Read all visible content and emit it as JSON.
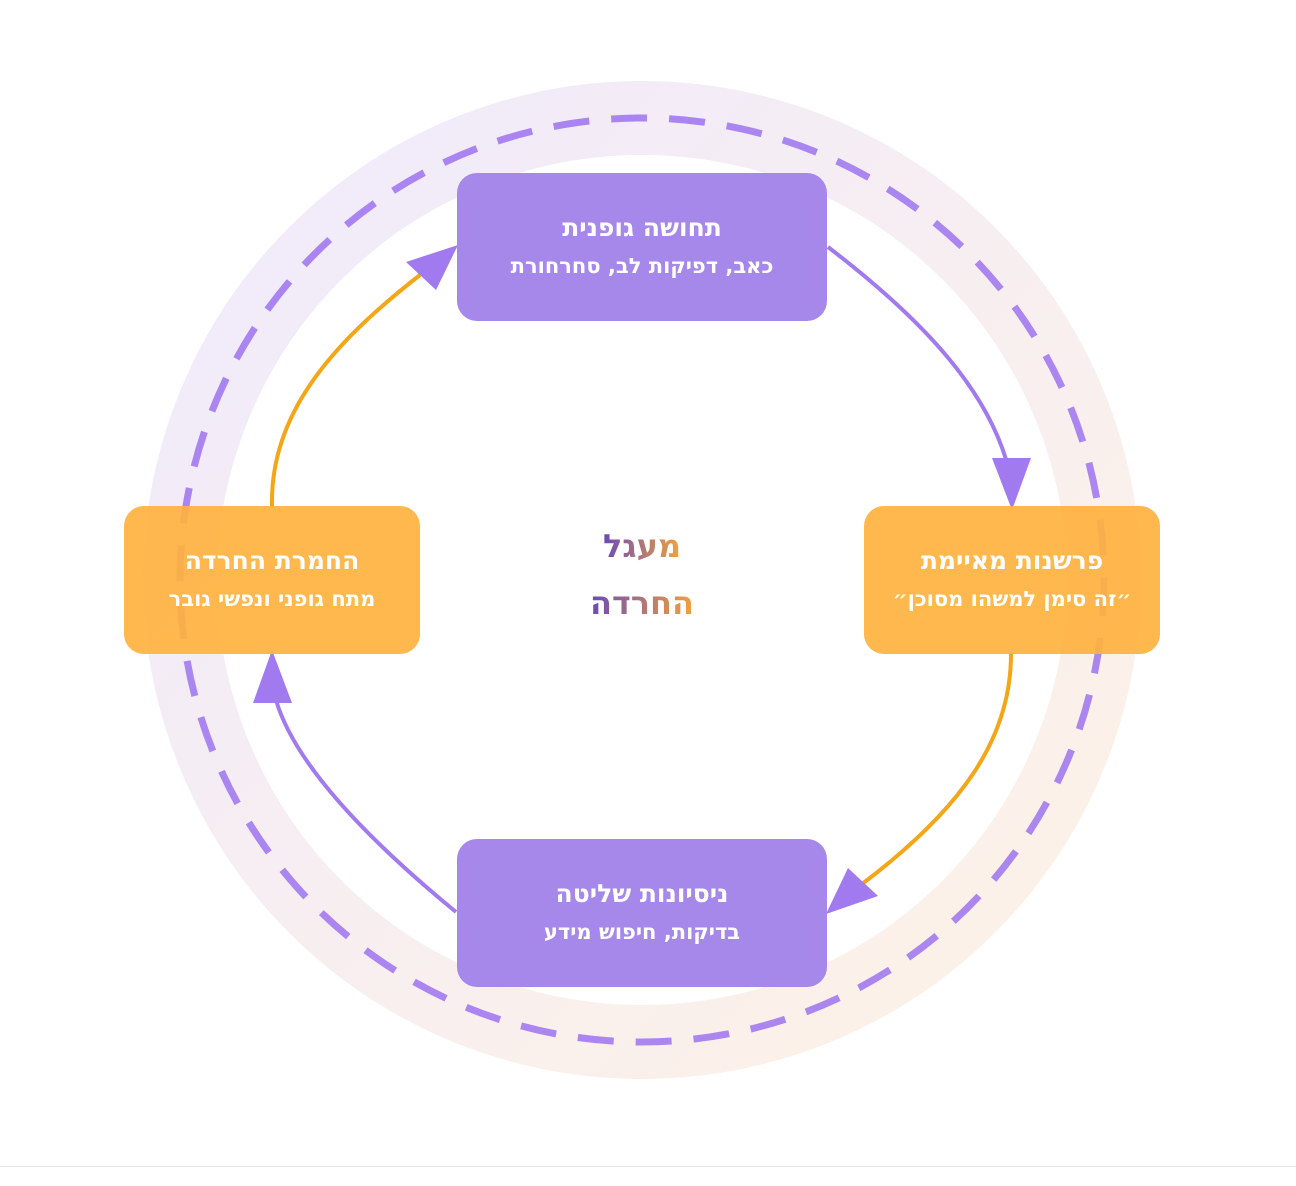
{
  "center": {
    "line1": "מעגל",
    "line2": "החרדה"
  },
  "nodes": [
    {
      "id": "top",
      "title": "תחושה גופנית",
      "subtitle": "כאב, דפיקות לב, סחרחורת",
      "color": "#a688ea"
    },
    {
      "id": "right",
      "title": "פרשנות מאיימת",
      "subtitle": "״זה סימן למשהו מסוכן״",
      "color": "#ffb84f"
    },
    {
      "id": "bottom",
      "title": "ניסיונות שליטה",
      "subtitle": "בדיקות, חיפוש מידע",
      "color": "#a688ea"
    },
    {
      "id": "left",
      "title": "החמרת החרדה",
      "subtitle": "מתח גופני ונפשי גובר",
      "color": "#ffb84f"
    }
  ],
  "edges": [
    {
      "from": "תחושה גופנית",
      "to": "פרשנות מאיימת",
      "color": "#a27af0"
    },
    {
      "from": "פרשנות מאיימת",
      "to": "ניסיונות שליטה",
      "color": "#f4a616"
    },
    {
      "from": "ניסיונות שליטה",
      "to": "החמרת החרדה",
      "color": "#a27af0"
    },
    {
      "from": "החמרת החרדה",
      "to": "תחושה גופנית",
      "color": "#f4a616"
    }
  ],
  "colors": {
    "purple": "#a688ea",
    "orange": "#ffb84f",
    "dashed_ring": "#a27af0"
  }
}
